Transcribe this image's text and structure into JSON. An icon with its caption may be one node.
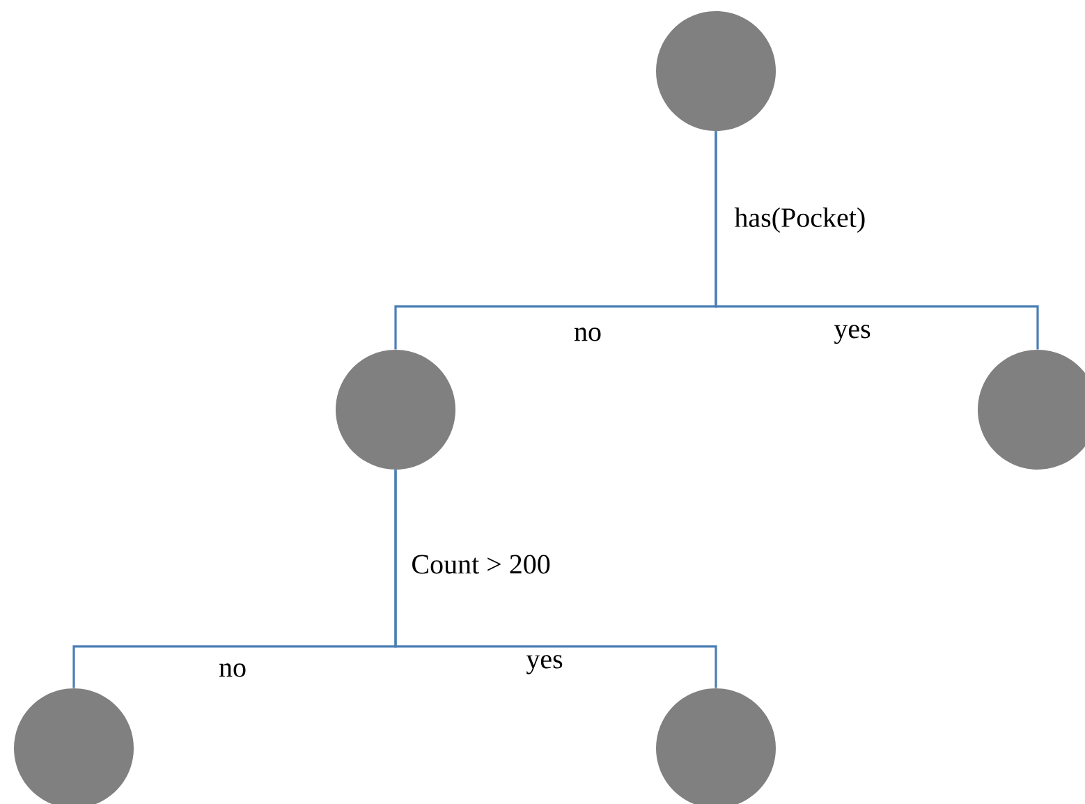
{
  "diagram": {
    "nodes": [
      {
        "text": [],
        "shape": "circle"
      },
      {
        "text": [],
        "shape": "circle"
      },
      {
        "text": [],
        "shape": "circle"
      },
      {
        "text": [],
        "shape": "circle"
      },
      {
        "text": [],
        "shape": "circle"
      }
    ],
    "edges": [
      {
        "from": 0,
        "to": 1,
        "arrow": "none",
        "label": "no"
      },
      {
        "from": 0,
        "to": 2,
        "arrow": "none",
        "label": "yes"
      },
      {
        "from": 1,
        "to": 3,
        "arrow": "none",
        "label": "no"
      },
      {
        "from": 1,
        "to": 4,
        "arrow": "none",
        "label": "yes"
      }
    ],
    "labels": [
      "has(Pocket)",
      "Count > 200"
    ]
  }
}
